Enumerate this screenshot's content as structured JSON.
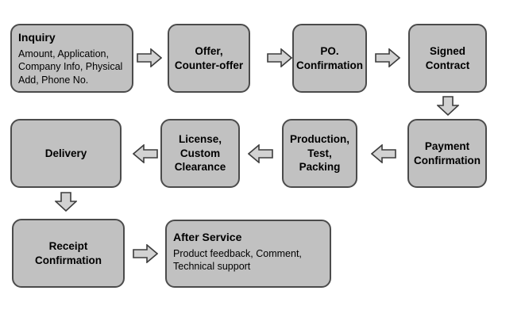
{
  "diagram": {
    "type": "flowchart",
    "colors": {
      "background": "#ffffff",
      "node_fill": "#c1c1c1",
      "node_border": "#4b4b4b",
      "arrow_fill": "#d2d2d2",
      "arrow_stroke": "#3c3c3c",
      "text": "#000000"
    },
    "icons": {
      "right": "block-arrow-right-icon",
      "left": "block-arrow-left-icon",
      "down": "block-arrow-down-icon"
    }
  },
  "nodes": {
    "inquiry": {
      "title": "Inquiry",
      "body": "Amount, Application,\nCompany Info, Physical\nAdd, Phone No."
    },
    "offer": {
      "label": "Offer,\nCounter-offer"
    },
    "po": {
      "label": "PO.\nConfirmation"
    },
    "signed": {
      "label": "Signed\nContract"
    },
    "payment": {
      "label": "Payment\nConfirmation"
    },
    "production": {
      "label": "Production,\nTest,\nPacking"
    },
    "license": {
      "label": "License,\nCustom\nClearance"
    },
    "delivery": {
      "label": "Delivery"
    },
    "receipt": {
      "label": "Receipt\nConfirmation"
    },
    "after_service": {
      "title": "After Service",
      "body": "Product feedback, Comment,\nTechnical support"
    }
  }
}
